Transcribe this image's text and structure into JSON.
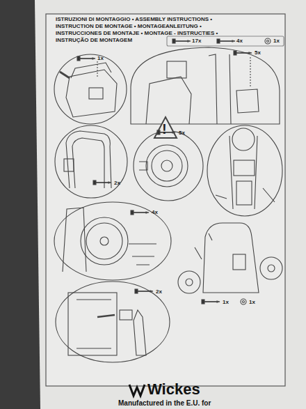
{
  "diagram": {
    "title": "ISTRUZIONI DI MONTAGGIO • ASSEMBLY INSTRUCTIONS • INSTRUCTION DE MONTAGE • MONTAGEANLEITUNG • INSTRUCCIONES DE MONTAJE • MONTAGE - INSTRUCTIES • INSTRUÇÃO DE MONTAGEM",
    "labels": [
      "17x",
      "4x",
      "1x",
      "1x",
      "5x",
      "!",
      "5x",
      "2x",
      "4x",
      "2x",
      "1x",
      "1x",
      "Wickes",
      "Manufactured in the E.U. for"
    ]
  }
}
